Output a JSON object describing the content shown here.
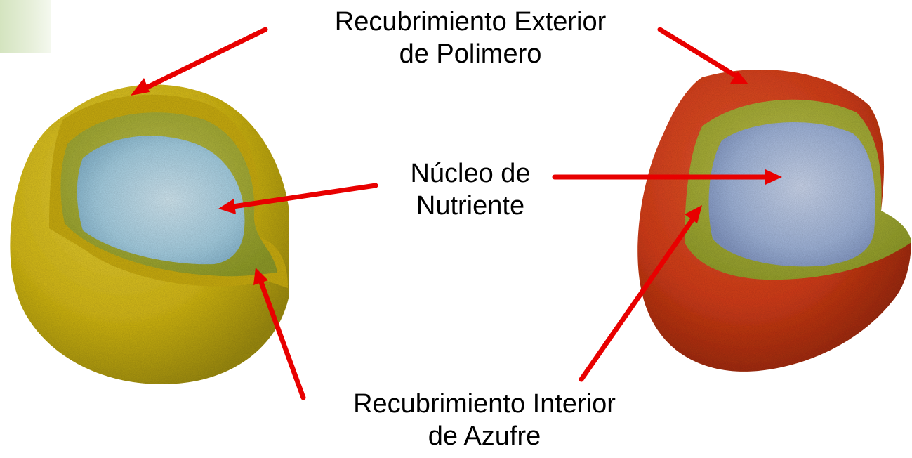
{
  "labels": {
    "outer_coating": [
      "Recubrimiento Exterior",
      "de Polimero"
    ],
    "nutrient_core": [
      "Núcleo de",
      "Nutriente"
    ],
    "inner_coating": [
      "Recubrimiento Interior",
      "de Azufre"
    ]
  },
  "colors": {
    "arrow": "#e80000",
    "sulfur_coated_shell": "#d9c21e",
    "polymer_coated_shell": "#d8401f",
    "sulfur_layer": "#a9b13a",
    "core": "#a9cde0"
  }
}
